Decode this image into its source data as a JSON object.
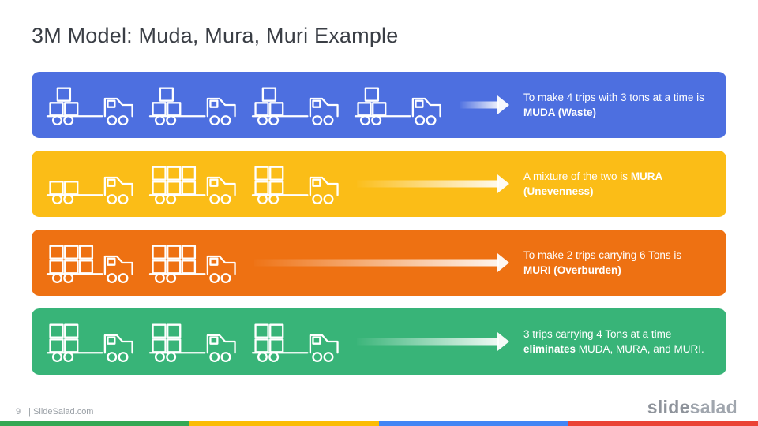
{
  "title": "3M Model: Muda, Mura, Muri Example",
  "rows": [
    {
      "id": "muda",
      "color": "#4d6fe0",
      "trucks": [
        [
          1,
          2
        ],
        [
          1,
          2
        ],
        [
          1,
          2
        ],
        [
          1,
          2
        ]
      ],
      "text": [
        {
          "text": "To make 4 trips with 3 tons at a time is ",
          "bold": false
        },
        {
          "text": "MUDA (Waste)",
          "bold": true
        }
      ]
    },
    {
      "id": "mura",
      "color": "#fbbd17",
      "trucks": [
        [
          2
        ],
        [
          3,
          3
        ],
        [
          2,
          2
        ]
      ],
      "text": [
        {
          "text": "A mixture of the two is ",
          "bold": false
        },
        {
          "text": "MURA (Unevenness)",
          "bold": true
        }
      ]
    },
    {
      "id": "muri",
      "color": "#ee7112",
      "trucks": [
        [
          3,
          3
        ],
        [
          3,
          3
        ]
      ],
      "text": [
        {
          "text": "To make 2 trips carrying 6 Tons is ",
          "bold": false
        },
        {
          "text": "MURI (Overburden)",
          "bold": true
        }
      ]
    },
    {
      "id": "eliminate",
      "color": "#38b478",
      "trucks": [
        [
          2,
          2
        ],
        [
          2,
          2
        ],
        [
          2,
          2
        ]
      ],
      "text": [
        {
          "text": "3 trips carrying 4 Tons at a time ",
          "bold": false
        },
        {
          "text": "eliminates",
          "bold": true
        },
        {
          "text": " MUDA, MURA, and MURI.",
          "bold": false
        }
      ]
    }
  ],
  "footer": {
    "page": "9",
    "site": "| SlideSalad.com",
    "logo_part1": "slide",
    "logo_part2": "salad",
    "strip_colors": [
      "#34a853",
      "#fbbc05",
      "#4285f4",
      "#ea4335"
    ]
  }
}
